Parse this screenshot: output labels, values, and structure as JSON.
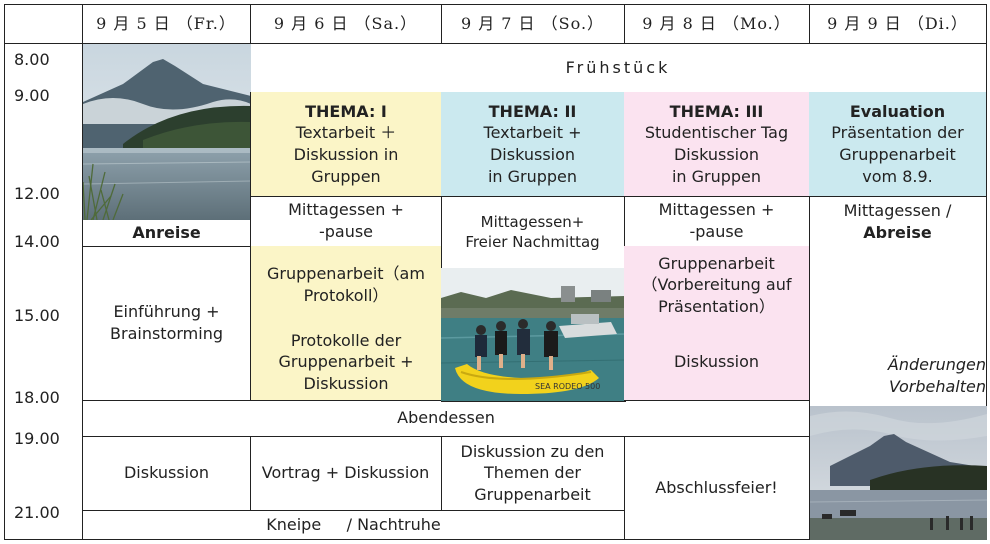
{
  "headers": [
    "9 月 5 日 （Fr.）",
    "9 月 6 日 （Sa.）",
    "9 月 7 日 （So.）",
    "9 月 8 日 （Mo.）",
    "9 月 9 日 （Di.）"
  ],
  "times": [
    "8.00",
    "9.00",
    "12.00",
    "14.00",
    "15.00",
    "18.00",
    "19.00",
    "21.00"
  ],
  "fruehstueck": "Frühstück",
  "thema1": {
    "title": "THEMA: I",
    "l1": "Textarbeit ＋",
    "l2": "Diskussion in",
    "l3": "Gruppen"
  },
  "thema2": {
    "title": "THEMA: II",
    "l1": "Textarbeit +",
    "l2": "Diskussion",
    "l3": "in Gruppen"
  },
  "thema3": {
    "title": "THEMA: III",
    "l1": "Studentischer Tag",
    "l2": "Diskussion",
    "l3": "in Gruppen"
  },
  "evaluation": {
    "title": "Evaluation",
    "l1": "Präsentation der",
    "l2": "Gruppenarbeit",
    "l3": "vom 8.9."
  },
  "anreise": "Anreise",
  "mittag_sa": {
    "l1": "Mittagessen +",
    "l2": "-pause"
  },
  "mittag_so": {
    "l1": "Mittagessen+",
    "l2": "Freier Nachmittag"
  },
  "mittag_mo": {
    "l1": "Mittagessen +",
    "l2": "-pause"
  },
  "mittag_di": {
    "l1": "Mittagessen /",
    "l2": "Abreise"
  },
  "einfuehrung": {
    "l1": "Einführung +",
    "l2": "Brainstorming"
  },
  "gruppe_sa": {
    "l1": "Gruppenarbeit（am",
    "l2": "Protokoll）"
  },
  "gruppe_mo": {
    "l1": "Gruppenarbeit",
    "l2": "（Vorbereitung auf",
    "l3": "Präsentation）"
  },
  "protokolle": {
    "l1": "Protokolle der",
    "l2": "Gruppenarbeit  +",
    "l3": "Diskussion"
  },
  "diskussion_mo": "Diskussion",
  "aenderungen": {
    "l1": "Änderungen",
    "l2": "Vorbehalten"
  },
  "abendessen": "Abendessen",
  "diskussion_fr": "Diskussion",
  "vortrag": "Vortrag + Diskussion",
  "diskussion_so": {
    "l1": "Diskussion zu den",
    "l2": "Themen der",
    "l3": "Gruppenarbeit"
  },
  "abschluss": "Abschlussfeier!",
  "kneipe": "Kneipe     / Nachtruhe",
  "boat_text": "SEA RODEO 500",
  "colors": {
    "yellow": "#fbf5c7",
    "blue": "#cbe9ef",
    "pink": "#fbe3f0"
  }
}
